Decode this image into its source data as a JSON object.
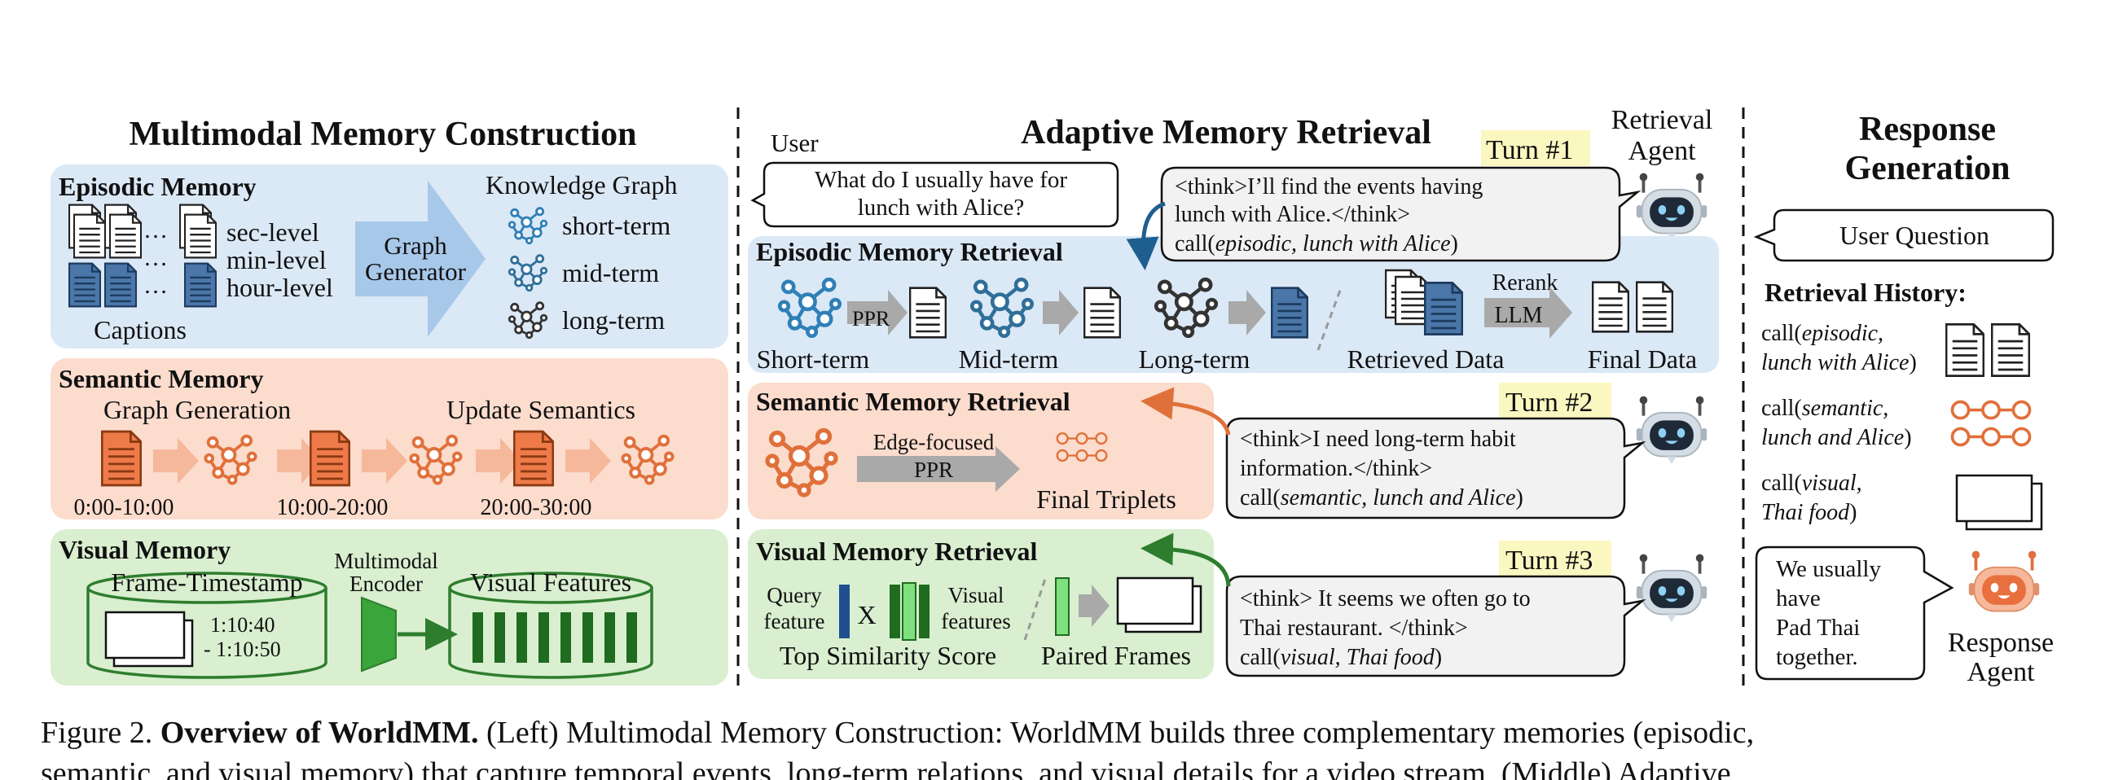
{
  "left": {
    "title": "Multimodal Memory Construction",
    "episodic": {
      "title": "Episodic Memory",
      "levels": [
        "sec-level",
        "min-level",
        "hour-level"
      ],
      "captions_label": "Captions",
      "dots": "…",
      "generator": [
        "Graph",
        "Generator"
      ],
      "kg_title": "Knowledge Graph",
      "kg_items": [
        "short-term",
        "mid-term",
        "long-term"
      ]
    },
    "semantic": {
      "title": "Semantic Memory",
      "graph_generation": "Graph Generation",
      "update_semantics": "Update Semantics",
      "times": [
        "0:00-10:00",
        "10:00-20:00",
        "20:00-30:00"
      ]
    },
    "visual": {
      "title": "Visual Memory",
      "frame_timestamp": "Frame-Timestamp",
      "encoder": [
        "Multimodal",
        "Encoder"
      ],
      "visual_features": "Visual Features",
      "time_start": "1:10:40",
      "time_end": "- 1:10:50"
    }
  },
  "middle": {
    "title": "Adaptive Memory Retrieval",
    "user_label": "User",
    "user_question": [
      "What do I usually have for",
      "lunch with Alice?"
    ],
    "agent_label": [
      "Retrieval",
      "Agent"
    ],
    "turn1": {
      "label": "Turn #1",
      "think1": "<think>I’ll find the events having",
      "think2": "lunch with Alice.</think>",
      "call_prefix": "call(",
      "call_args": "episodic, lunch with Alice",
      "call_suffix": ")"
    },
    "episodic": {
      "title": "Episodic Memory Retrieval",
      "ppr": "PPR",
      "short": "Short-term",
      "mid": "Mid-term",
      "long": "Long-term",
      "rerank": "Rerank",
      "llm": "LLM",
      "retrieved": "Retrieved Data",
      "final": "Final Data"
    },
    "turn2": {
      "label": "Turn #2",
      "think1": "<think>I need long-term habit",
      "think2": "information.</think>",
      "call_prefix": "call(",
      "call_args": "semantic, lunch and Alice",
      "call_suffix": ")"
    },
    "semantic": {
      "title": "Semantic Memory Retrieval",
      "edge_ppr": [
        "Edge-focused",
        "PPR"
      ],
      "final_triplets": "Final Triplets"
    },
    "turn3": {
      "label": "Turn #3",
      "think1": "<think> It seems we often go to",
      "think2": "Thai restaurant. </think>",
      "call_prefix": "call(",
      "call_args": "visual, Thai food",
      "call_suffix": ")"
    },
    "visual": {
      "title": "Visual Memory Retrieval",
      "query": [
        "Query",
        "feature"
      ],
      "times": "X",
      "visual_features": [
        "Visual",
        "features"
      ],
      "top_similarity": "Top Similarity Score",
      "paired_frames": "Paired Frames"
    }
  },
  "right": {
    "title": [
      "Response",
      "Generation"
    ],
    "user_question": "User Question",
    "history_title": "Retrieval History:",
    "history": [
      {
        "prefix": "call(",
        "arg1": "episodic,",
        "arg2": "lunch with Alice",
        "suffix": ")"
      },
      {
        "prefix": "call(",
        "arg1": "semantic,",
        "arg2": "lunch and Alice",
        "suffix": ")"
      },
      {
        "prefix": "call(",
        "arg1": "visual,",
        "arg2": "Thai food",
        "suffix": ")"
      }
    ],
    "answer": [
      "We usually",
      "have",
      "Pad Thai",
      "together."
    ],
    "agent_label": [
      "Response",
      "Agent"
    ]
  },
  "caption": {
    "prefix": "Figure 2.",
    "bold": "Overview of WorldMM.",
    "text": "(Left) Multimodal Memory Construction: WorldMM builds three complementary memories (episodic,",
    "line2": "semantic, and visual memory) that capture temporal events, long-term relations, and visual details for a video stream. (Middle) Adaptive"
  },
  "colors": {
    "episodic_bg": "#dbe8f6",
    "semantic_bg": "#fbdccd",
    "visual_bg": "#d9efd0",
    "blue": "#2f80b7",
    "orange": "#e0703a",
    "green": "#2e8b2e",
    "turn_bg": "#fbf7c0",
    "bubble_bg": "#f2f2f2"
  }
}
